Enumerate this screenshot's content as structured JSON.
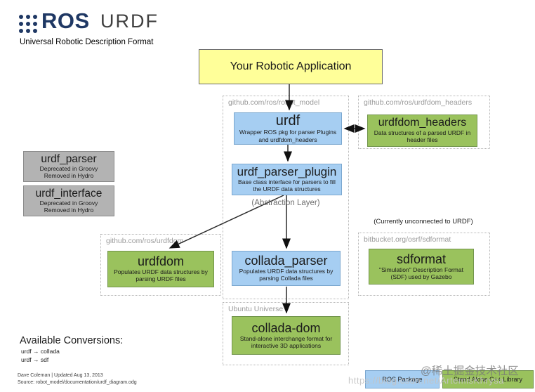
{
  "header": {
    "logo": "ROS",
    "title": "URDF",
    "subtitle": "Universal Robotic Description Format"
  },
  "app_box": {
    "label": "Your Robotic Application"
  },
  "containers": {
    "robot_model": {
      "label": "github.com/ros/robot_model"
    },
    "urdfdom_headers": {
      "label": "github.com/ros/urdfdom_headers"
    },
    "urdfdom": {
      "label": "github.com/ros/urdfdom"
    },
    "sdformat": {
      "label": "bitbucket.org/osrf/sdformat",
      "note_above": "(Currently unconnected to URDF)"
    },
    "ubuntu_universe": {
      "label": "Ubuntu Universe"
    }
  },
  "nodes": {
    "urdf": {
      "title": "urdf",
      "desc": "Wrapper ROS pkg for parser Plugins and urdfdom_headers",
      "type": "ros-package"
    },
    "urdfdom_headers": {
      "title": "urdfdom_headers",
      "desc": "Data structures of a parsed URDF in header files",
      "type": "standalone-library"
    },
    "urdf_parser": {
      "title": "urdf_parser",
      "line1": "Deprecated in Groovy",
      "line2": "Removed in Hydro",
      "type": "deprecated"
    },
    "urdf_interface": {
      "title": "urdf_interface",
      "line1": "Deprecated in Groovy",
      "line2": "Removed in Hydro",
      "type": "deprecated"
    },
    "urdf_parser_plugin": {
      "title": "urdf_parser_plugin",
      "desc": "Base class interface for parsers to fill the URDF data structures",
      "type": "ros-package"
    },
    "urdfdom": {
      "title": "urdfdom",
      "desc": "Populates URDF data structures by parsing URDF files",
      "type": "standalone-library"
    },
    "collada_parser": {
      "title": "collada_parser",
      "desc": "Populates URDF data structures by parsing Collada files",
      "type": "ros-package"
    },
    "sdformat": {
      "title": "sdformat",
      "desc": "\"Simulation\" Description Format (SDF) used by Gazebo",
      "type": "standalone-library"
    },
    "collada_dom": {
      "title": "collada-dom",
      "desc": "Stand-alone interchange format for interactive 3D applications",
      "type": "standalone-library"
    }
  },
  "annotations": {
    "abstraction_layer": "(Abstraction Layer)"
  },
  "conversions": {
    "heading": "Available Conversions:",
    "items": [
      "urdf → collada",
      "urdf → sdf"
    ]
  },
  "footer": {
    "line1": "Dave Coleman | Updated Aug 13, 2013",
    "line2": "Source: robot_model/documentation/urdf_diagram.odg"
  },
  "legend": {
    "ros_package": "ROS Package",
    "standalone_library": "Stand Alone C++ Library"
  },
  "watermark": {
    "community": "@稀土掘金技术社区",
    "url": "https://blog.csdn.net/ArtemisKhrysa"
  },
  "colors": {
    "app_fill": "#FFFF99",
    "ros_package_fill": "#A6CEF2",
    "library_fill": "#9AC25D",
    "deprecated_fill": "#B3B3B3",
    "logo_navy": "#1F3864"
  }
}
